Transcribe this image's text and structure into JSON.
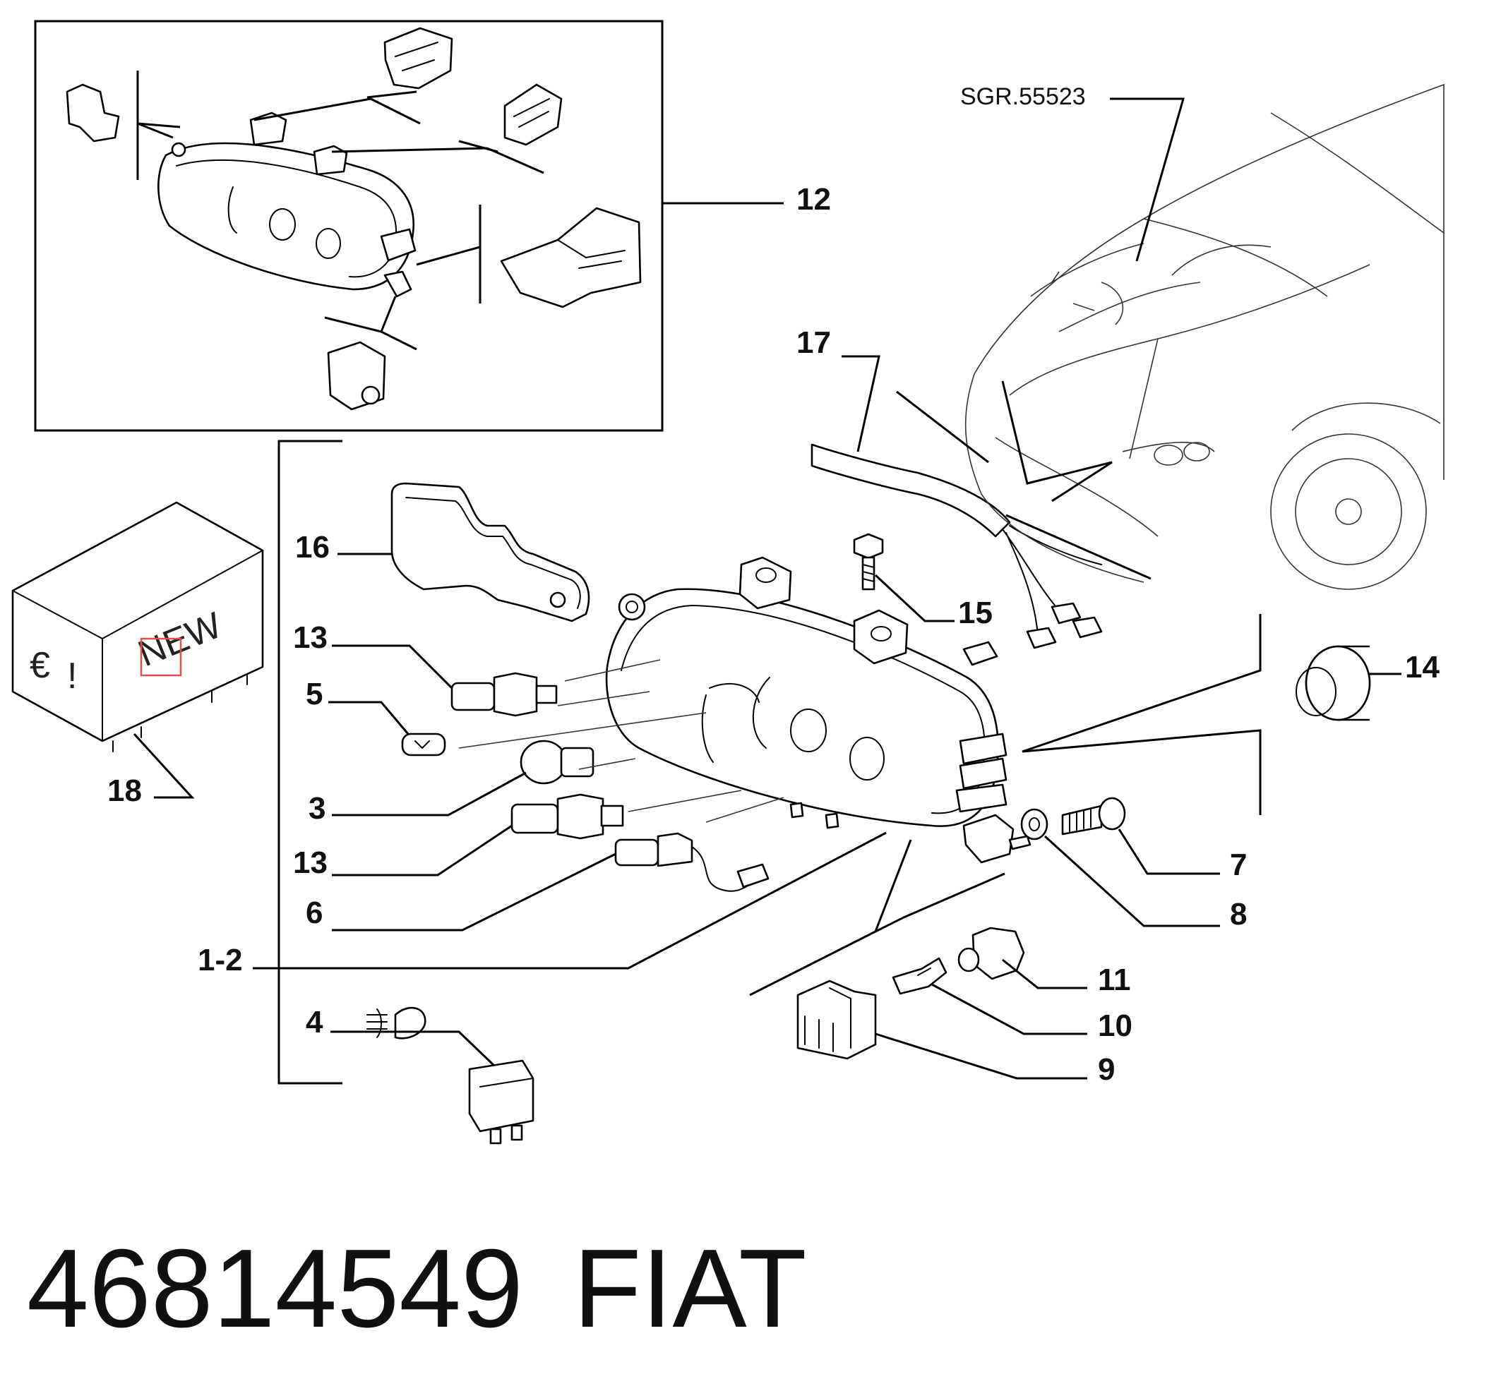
{
  "diagram": {
    "reference": "SGR.55523",
    "part_number": "46814549",
    "brand": "FIAT",
    "box_marks": {
      "euro": "€",
      "exclaim": "!",
      "new": "NEW"
    },
    "callouts": {
      "c12": "12",
      "c17": "17",
      "c16": "16",
      "c15": "15",
      "c14": "14",
      "c13a": "13",
      "c5": "5",
      "c3": "3",
      "c13b": "13",
      "c6": "6",
      "c7": "7",
      "c8": "8",
      "c1_2": "1-2",
      "c11": "11",
      "c10": "10",
      "c4": "4",
      "c9": "9",
      "c18": "18"
    },
    "colors": {
      "line": "#000000",
      "highlight": "#e05050",
      "background": "#ffffff"
    }
  }
}
